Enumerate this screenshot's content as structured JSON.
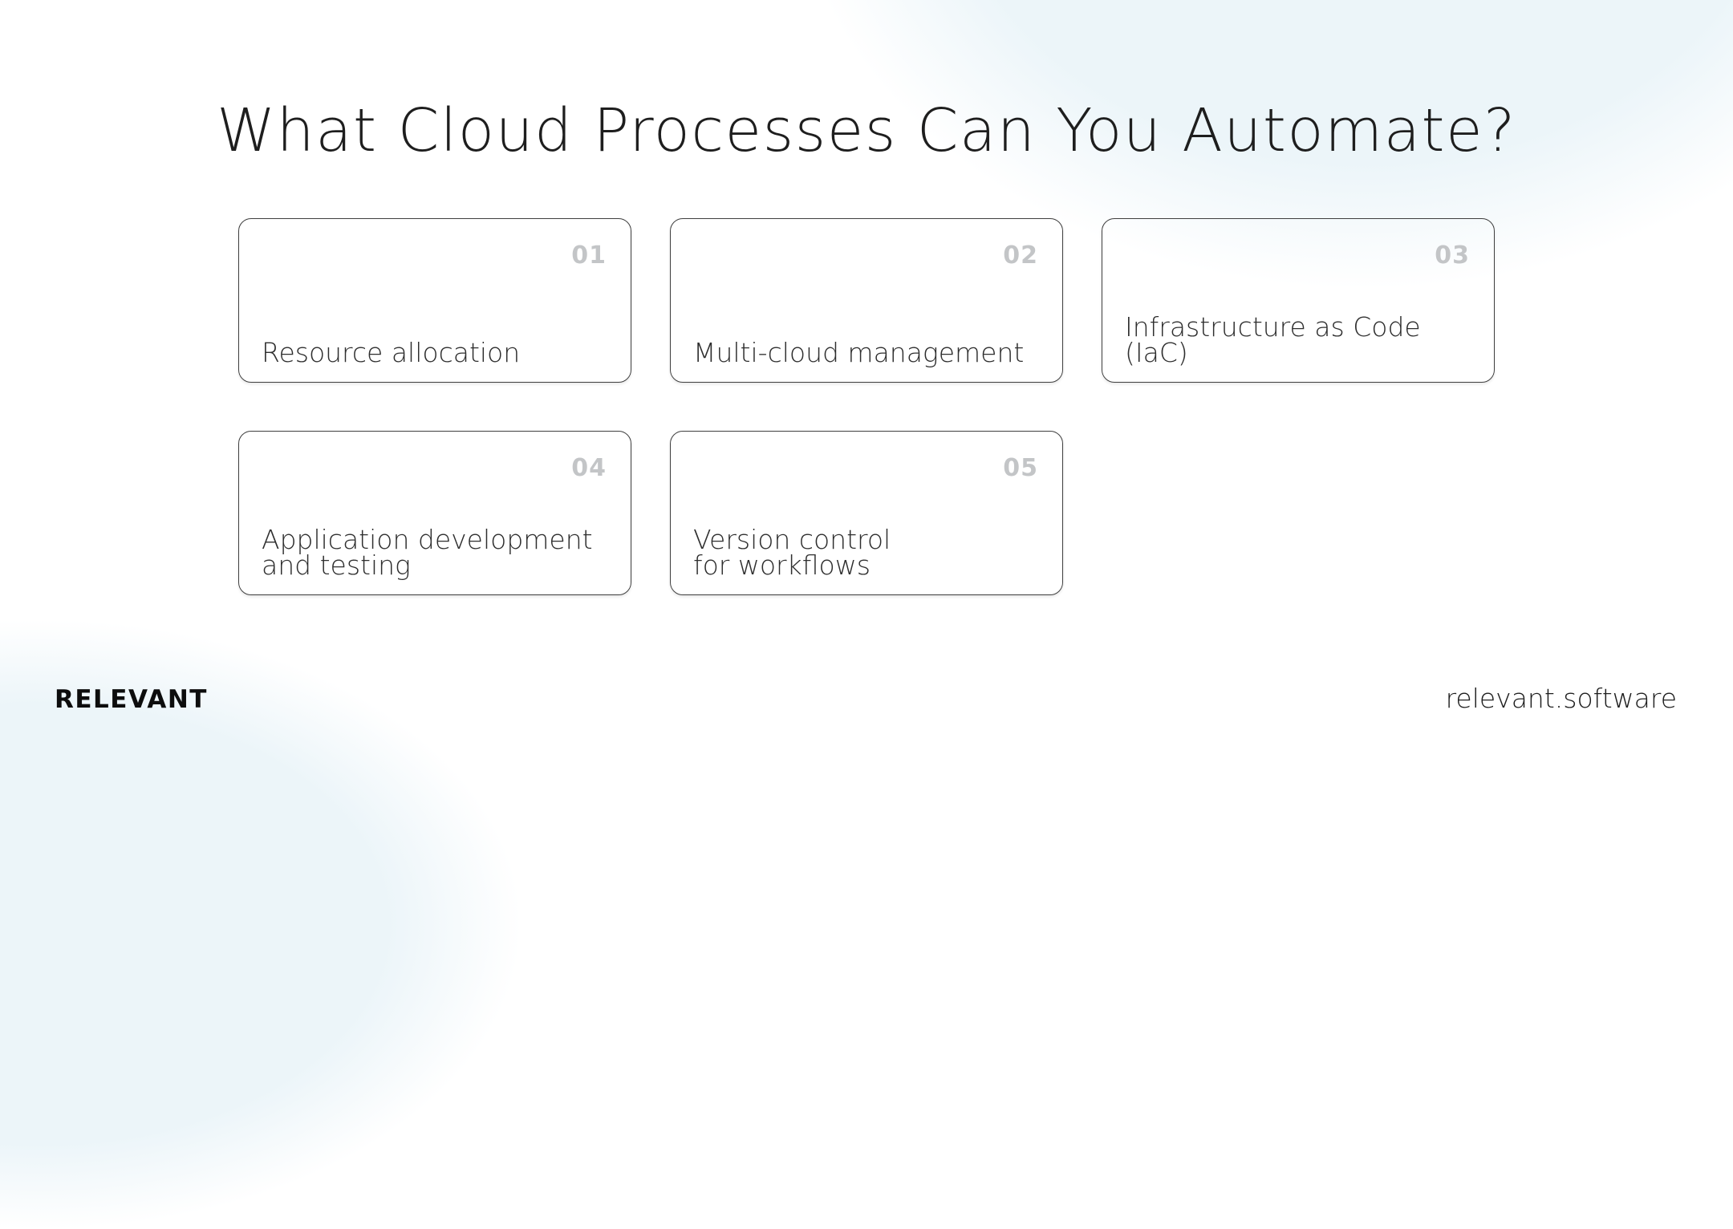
{
  "title": "What Cloud Processes Can You Automate?",
  "cards": [
    {
      "number": "01",
      "lines": [
        "Resource allocation",
        ""
      ]
    },
    {
      "number": "02",
      "lines": [
        "Multi-cloud management",
        ""
      ]
    },
    {
      "number": "03",
      "lines": [
        "Infrastructure as Code (IaC)",
        ""
      ]
    },
    {
      "number": "04",
      "lines": [
        "Application development",
        "and testing"
      ]
    },
    {
      "number": "05",
      "lines": [
        "Version control",
        "for workflows"
      ]
    }
  ],
  "footer": {
    "brand": "RELEVANT",
    "website": "relevant.software"
  },
  "colors": {
    "background": "#ffffff",
    "blob_tint": "#ecf5f9",
    "card_border": "#3f3f3f",
    "card_number": "#c3c5c7",
    "card_label": "#2e2e2e",
    "title_text": "#1e1e1e"
  }
}
